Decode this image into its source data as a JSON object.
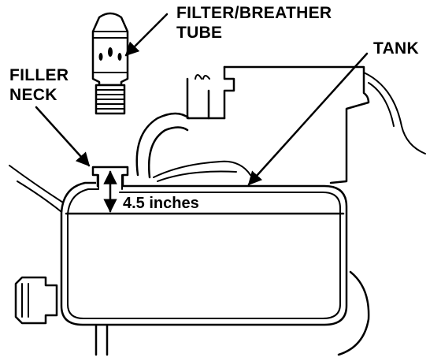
{
  "labels": {
    "filter_line1": "FILTER/BREATHER",
    "filter_line2": "TUBE",
    "filler_line1": "FILLER",
    "filler_line2": "NECK",
    "tank": "TANK",
    "measurement": "4.5 inches"
  },
  "colors": {
    "line": "#000000",
    "background": "#ffffff"
  },
  "icons": {
    "measurement_arrows": "double-headed-vertical-arrow",
    "leader_arrows": "arrow-icon"
  }
}
